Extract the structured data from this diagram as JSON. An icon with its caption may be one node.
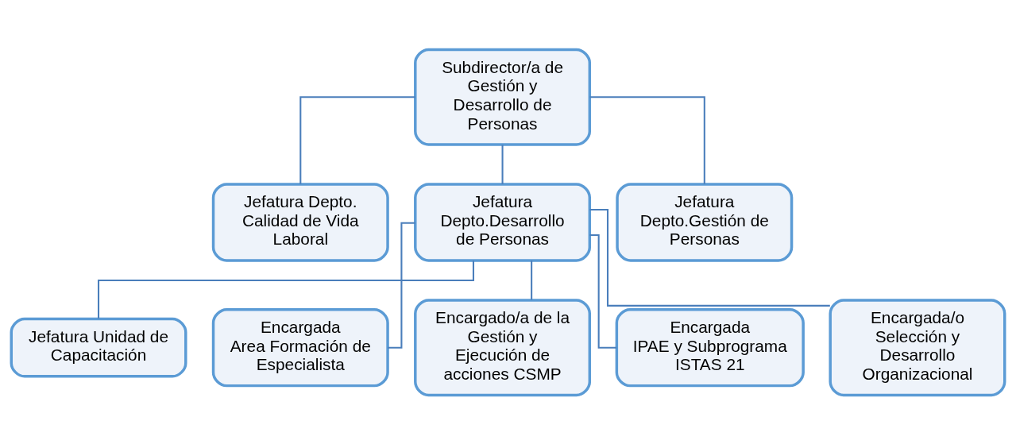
{
  "diagram": {
    "nodes": [
      {
        "text": [
          "Subdirector/a de Gestión y Desarrollo de Personas"
        ]
      },
      {
        "text": [
          "Jefatura Depto. Calidad de Vida Laboral"
        ]
      },
      {
        "text": [
          "Jefatura Depto.Desarrollo de Personas"
        ]
      },
      {
        "text": [
          "Jefatura Depto.Gestión de Personas"
        ]
      },
      {
        "text": [
          "Jefatura Unidad de Capacitación"
        ]
      },
      {
        "text": [
          "Encargada",
          "Area Formación de Especialista"
        ]
      },
      {
        "text": [
          "Encargado/a de la Gestión y Ejecución de acciones CSMP"
        ]
      },
      {
        "text": [
          "Encargada",
          "IPAE y Subprograma ISTAS 21"
        ]
      },
      {
        "text": [
          "Encargada/o Selección y Desarrollo Organizacional"
        ]
      }
    ],
    "edges": [
      {
        "from": 0,
        "to": 1,
        "arrow": "none"
      },
      {
        "from": 0,
        "to": 2,
        "arrow": "none"
      },
      {
        "from": 0,
        "to": 3,
        "arrow": "none"
      },
      {
        "from": 2,
        "to": 4,
        "arrow": "none"
      },
      {
        "from": 2,
        "to": 5,
        "arrow": "none"
      },
      {
        "from": 2,
        "to": 6,
        "arrow": "none"
      },
      {
        "from": 2,
        "to": 7,
        "arrow": "none"
      },
      {
        "from": 2,
        "to": 8,
        "arrow": "none"
      }
    ]
  }
}
